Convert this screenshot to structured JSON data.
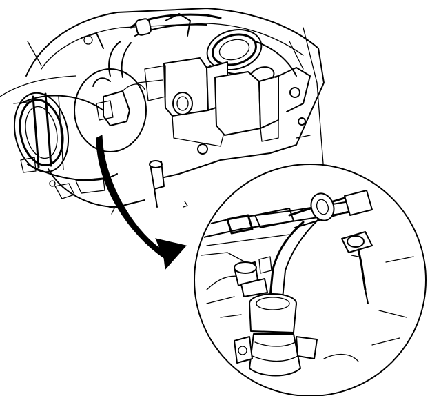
{
  "diagram": {
    "kind": "line-art technical illustration",
    "colors": {
      "ink": "#000000",
      "paper": "#ffffff"
    },
    "parts": [
      {
        "id": "engine-intake-assembly",
        "label": ""
      },
      {
        "id": "detail-callout-circle",
        "label": ""
      },
      {
        "id": "callout-arrow",
        "label": ""
      },
      {
        "id": "detail-magnified-view",
        "label": ""
      }
    ]
  }
}
